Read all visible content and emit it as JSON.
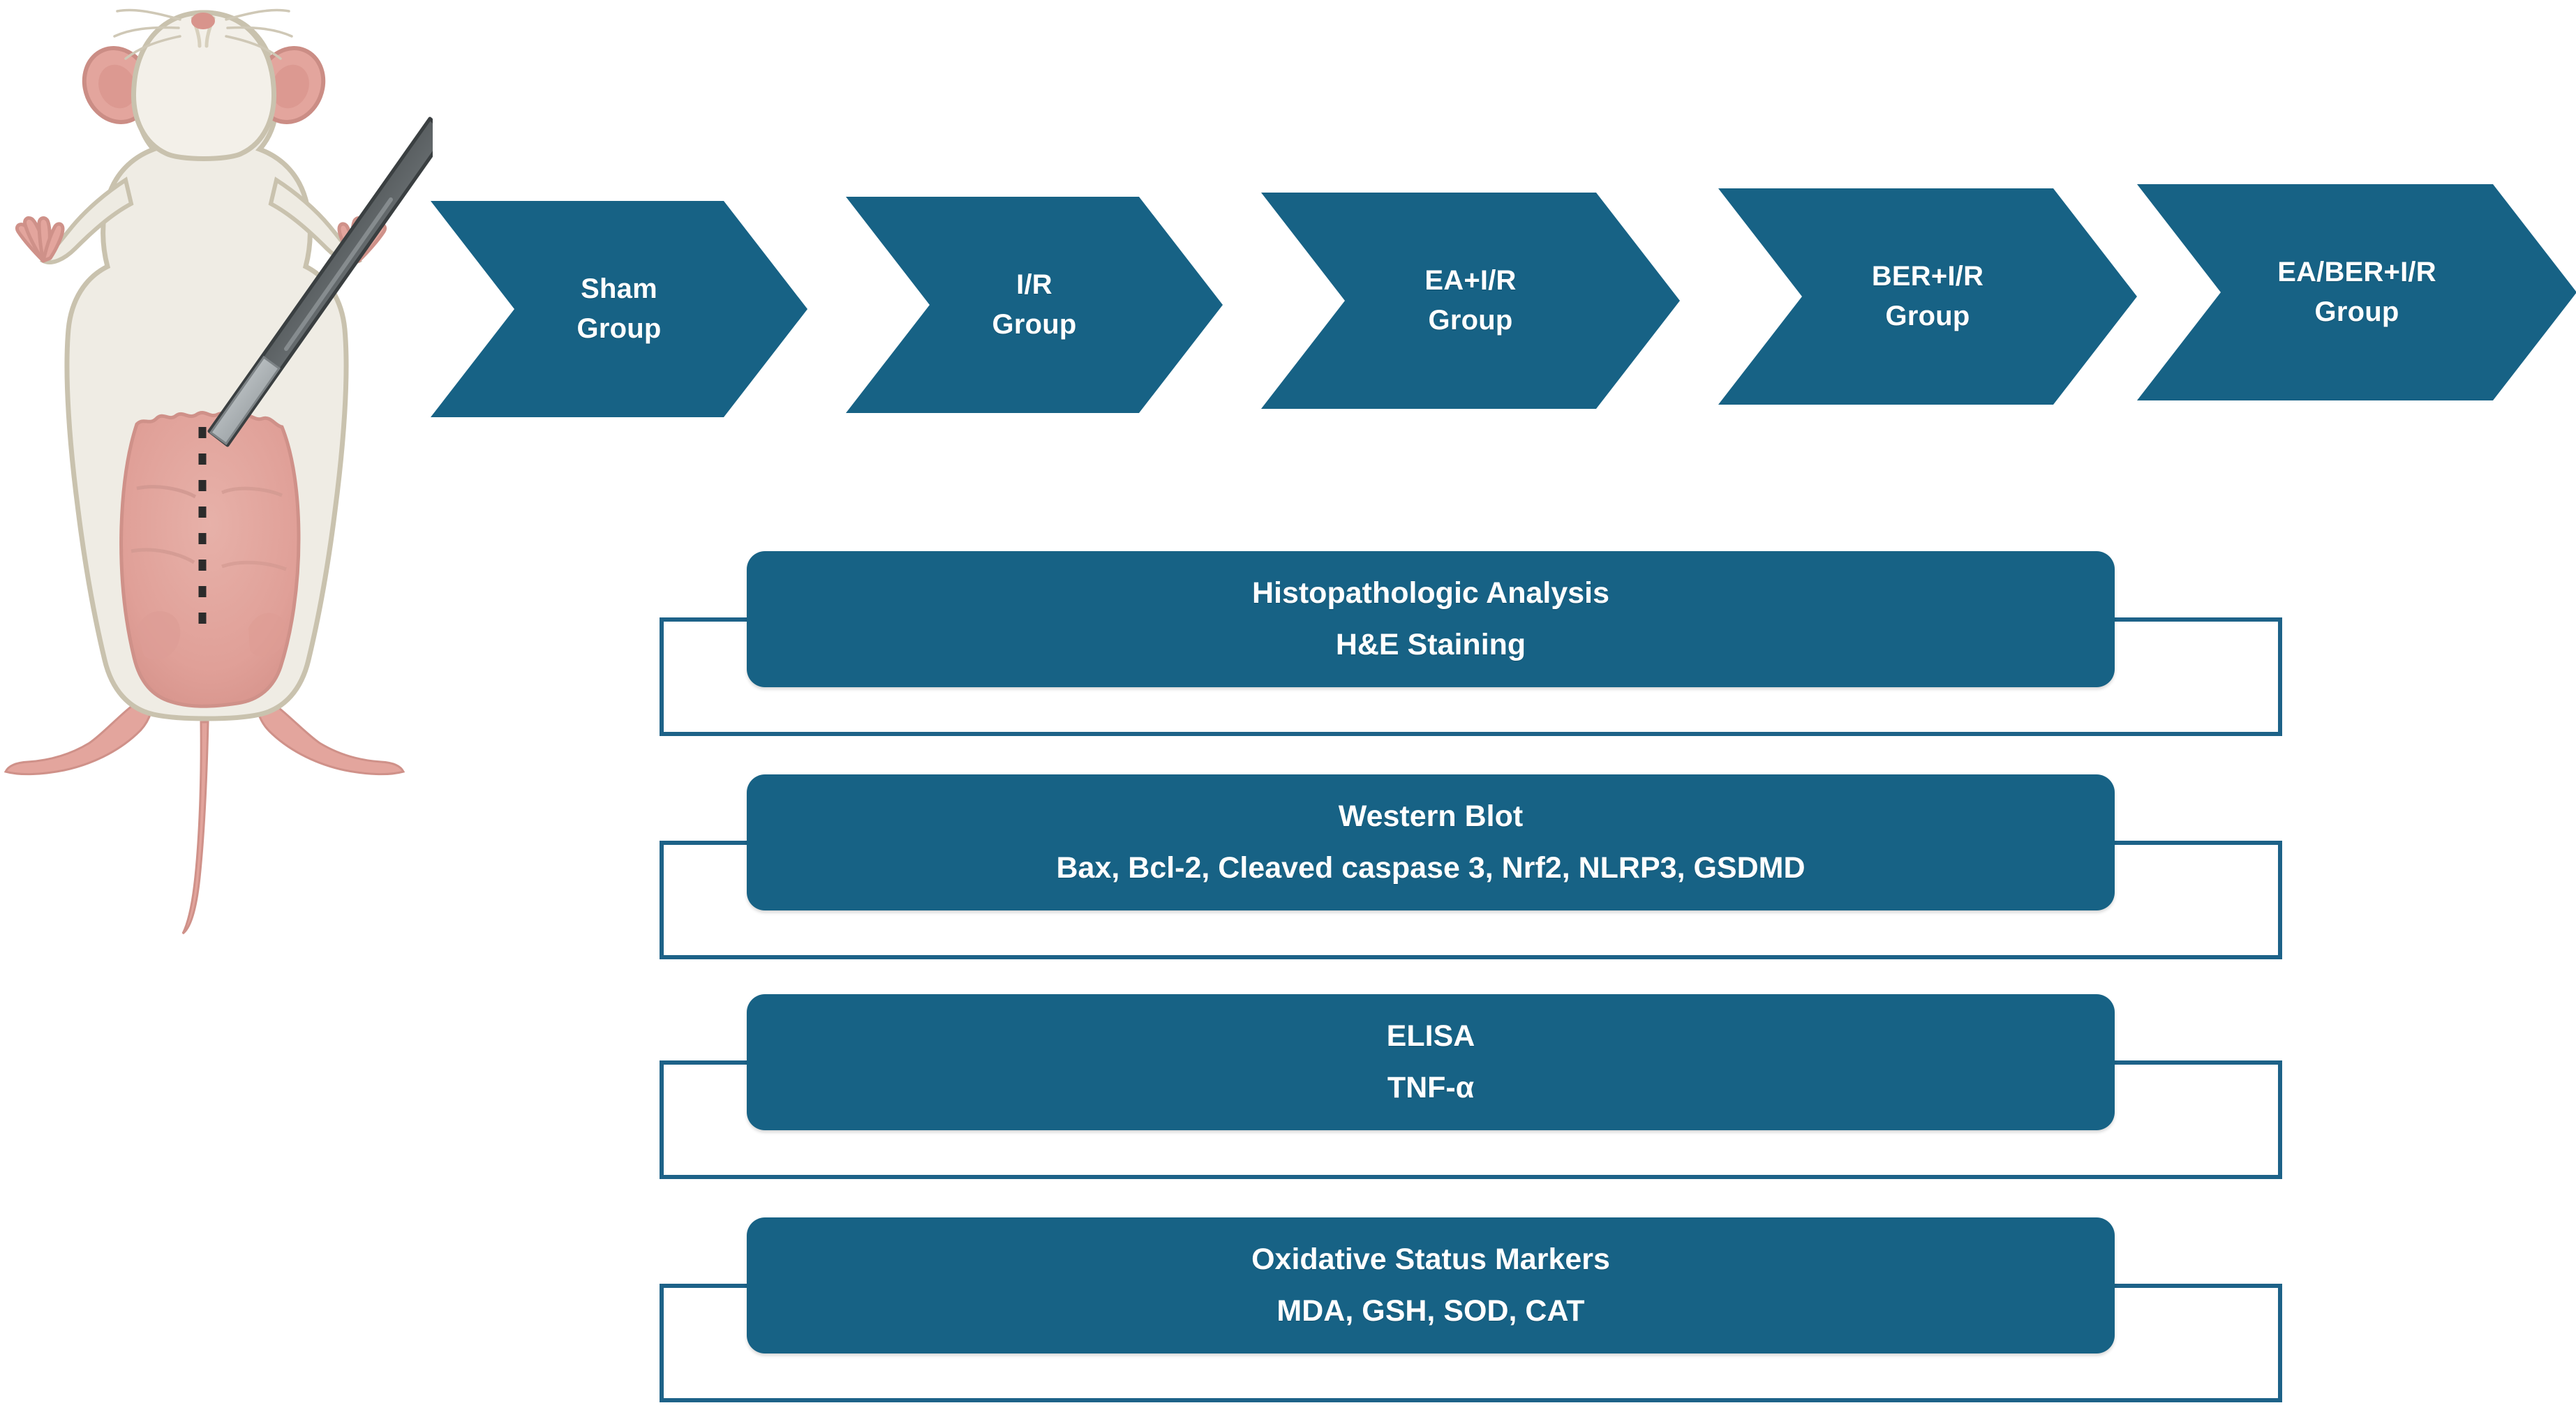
{
  "figure": {
    "kind": "experimental-design-flow-diagram",
    "accent_color": "#176285",
    "bracket_color": "#1d6288",
    "label_color": "#ffffff",
    "background_color": "#ffffff"
  },
  "illustration": {
    "subject_name": "supine-mouse-with-scalpel",
    "body_fur_color": "#efece4",
    "body_outline_color": "#c9c2ae",
    "exposed_abdomen_color": "#e3a69e",
    "extremity_pink_color": "#e8a49c",
    "scalpel_color": "#54585a",
    "scalpel_blade_color": "#b9bfc2",
    "incision_line_color": "#2b2b2b",
    "incision_style": "dashed"
  },
  "groups": {
    "shape": "chevron",
    "items": [
      {
        "line1": "Sham",
        "line2": "Group"
      },
      {
        "line1": "I/R",
        "line2": "Group"
      },
      {
        "line1": "EA+I/R",
        "line2": "Group"
      },
      {
        "line1": "BER+I/R",
        "line2": "Group"
      },
      {
        "line1": "EA/BER+I/R",
        "line2": "Group"
      }
    ]
  },
  "assays": {
    "items": [
      {
        "title": "Histopathologic Analysis",
        "detail": "H&E Staining"
      },
      {
        "title": "Western Blot",
        "detail": "Bax, Bcl-2, Cleaved caspase 3, Nrf2, NLRP3, GSDMD"
      },
      {
        "title": "ELISA",
        "detail": "TNF-α"
      },
      {
        "title": "Oxidative Status Markers",
        "detail": "MDA, GSH, SOD, CAT"
      }
    ]
  }
}
